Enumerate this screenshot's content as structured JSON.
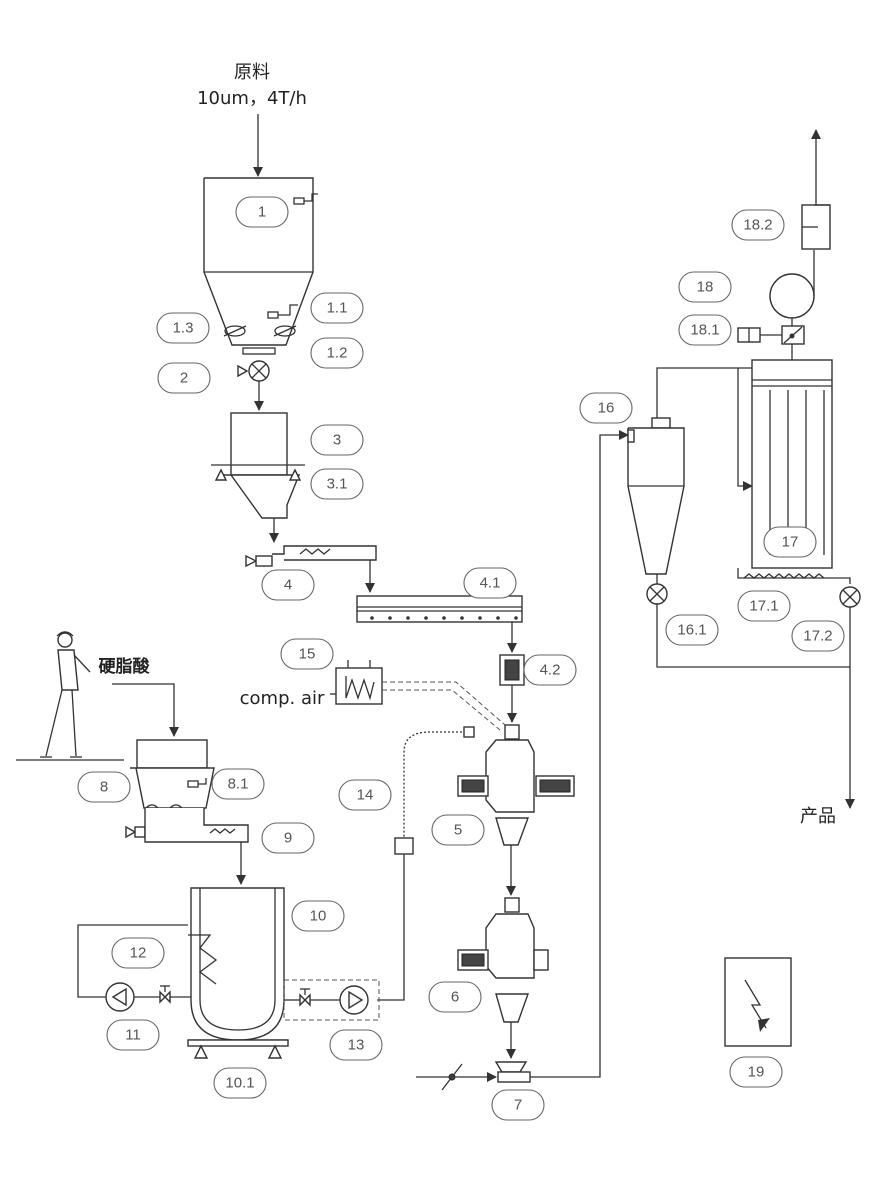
{
  "labels": {
    "raw_material": "原料",
    "feed_rate": "10um，4T/h",
    "stearic_acid": "硬脂酸",
    "compressed_air": "comp. air",
    "product": "产品"
  },
  "tags": [
    {
      "id": "t1",
      "text": "1"
    },
    {
      "id": "t1_1",
      "text": "1.1"
    },
    {
      "id": "t1_2",
      "text": "1.2"
    },
    {
      "id": "t1_3",
      "text": "1.3"
    },
    {
      "id": "t2",
      "text": "2"
    },
    {
      "id": "t3",
      "text": "3"
    },
    {
      "id": "t3_1",
      "text": "3.1"
    },
    {
      "id": "t4",
      "text": "4"
    },
    {
      "id": "t4_1",
      "text": "4.1"
    },
    {
      "id": "t4_2",
      "text": "4.2"
    },
    {
      "id": "t5",
      "text": "5"
    },
    {
      "id": "t6",
      "text": "6"
    },
    {
      "id": "t7",
      "text": "7"
    },
    {
      "id": "t8",
      "text": "8"
    },
    {
      "id": "t8_1",
      "text": "8.1"
    },
    {
      "id": "t9",
      "text": "9"
    },
    {
      "id": "t10",
      "text": "10"
    },
    {
      "id": "t10_1",
      "text": "10.1"
    },
    {
      "id": "t11",
      "text": "11"
    },
    {
      "id": "t12",
      "text": "12"
    },
    {
      "id": "t13",
      "text": "13"
    },
    {
      "id": "t14",
      "text": "14"
    },
    {
      "id": "t15",
      "text": "15"
    },
    {
      "id": "t16",
      "text": "16"
    },
    {
      "id": "t16_1",
      "text": "16.1"
    },
    {
      "id": "t17",
      "text": "17"
    },
    {
      "id": "t17_1",
      "text": "17.1"
    },
    {
      "id": "t17_2",
      "text": "17.2"
    },
    {
      "id": "t18",
      "text": "18"
    },
    {
      "id": "t18_1",
      "text": "18.1"
    },
    {
      "id": "t18_2",
      "text": "18.2"
    },
    {
      "id": "t19",
      "text": "19"
    }
  ],
  "icons": {
    "operator": "worker-figure-icon",
    "electrical_cabinet": "lightning-bolt-icon"
  }
}
